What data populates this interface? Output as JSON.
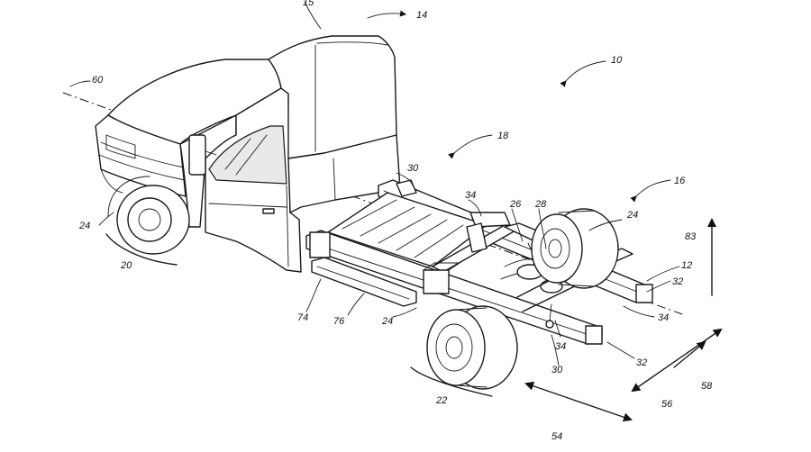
{
  "figure": {
    "reference_labels": {
      "vehicle": "10",
      "cab_top": "15",
      "cab": "14",
      "bed_area": "18",
      "rear_module": "16",
      "front_axle_zone": "20",
      "rear_axle_zone": "22",
      "front_wheel": "24",
      "rear_wheel_near": "24",
      "rear_wheel_far": "24",
      "frame": "12",
      "front_crossmember": "30",
      "rear_crossmember": "30",
      "rail_upper": "32",
      "rail_lower": "32",
      "rail_right": "34",
      "bracket_upper": "34",
      "bracket_center": "34",
      "axle_mount": "26",
      "spring_mount": "28",
      "side_step": "74",
      "step_rail": "76",
      "centerline": "60",
      "arrow_vertical": "83",
      "arrow_lateral": "54",
      "arrow_longitudinal_a": "56",
      "arrow_longitudinal_b": "58"
    }
  }
}
